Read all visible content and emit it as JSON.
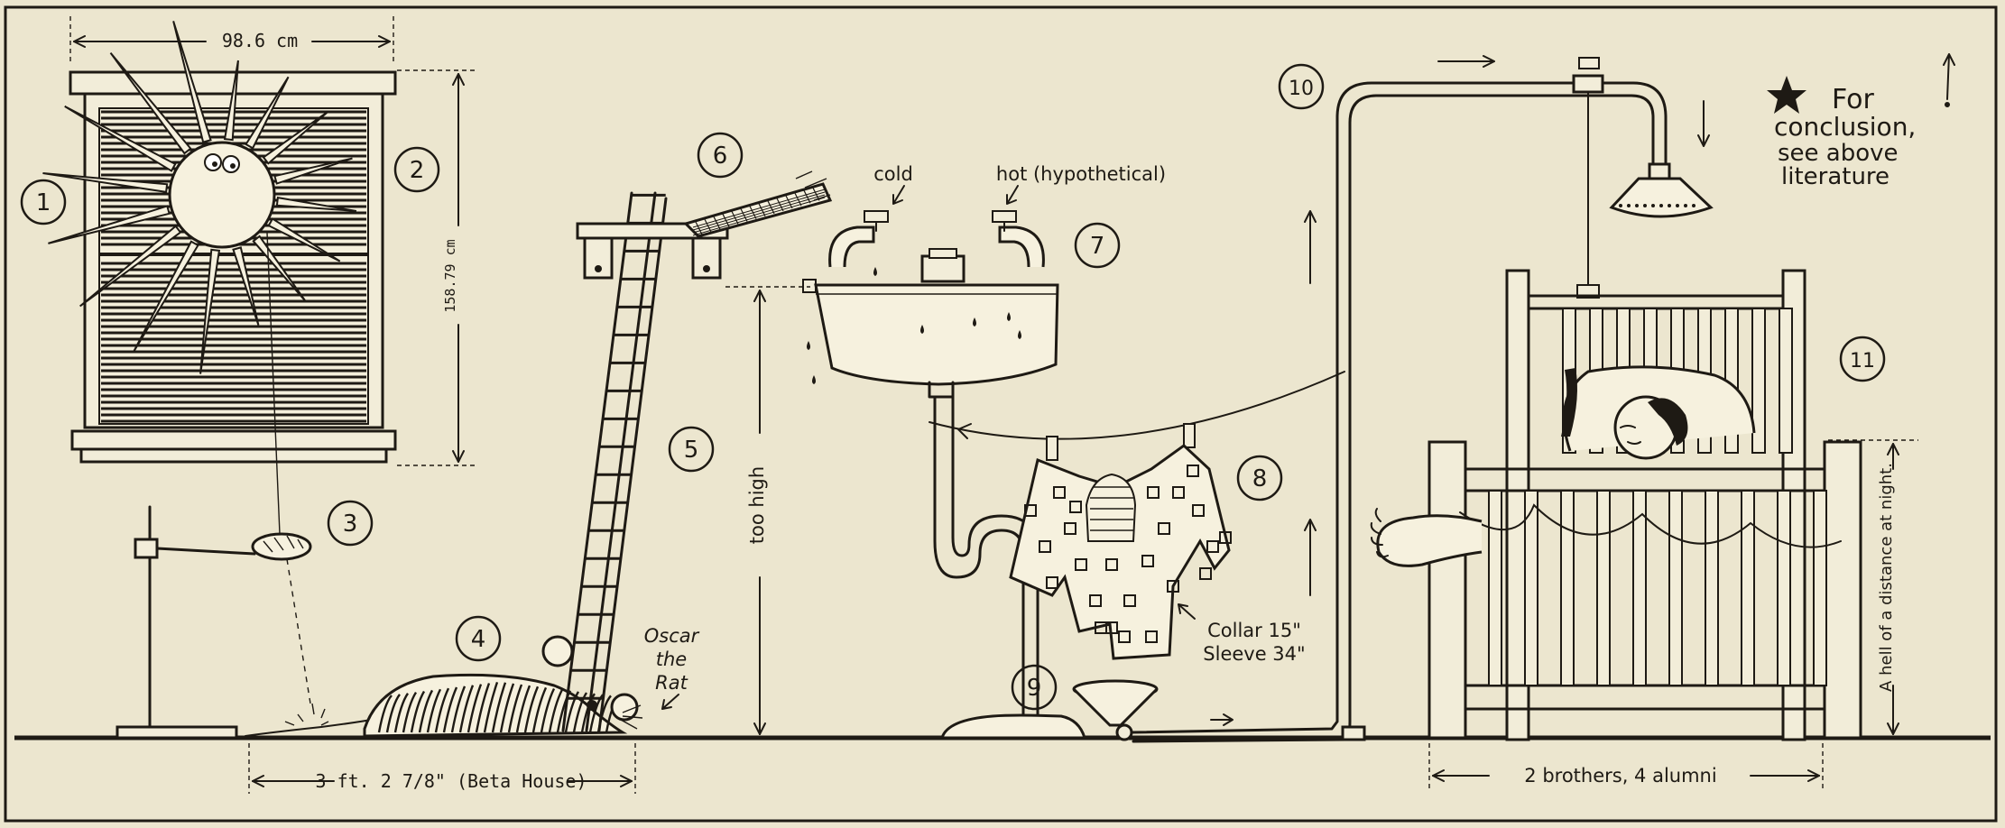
{
  "labels": {
    "window_width": "98.6 cm",
    "window_height": "158.79 cm",
    "sink_height": "too high",
    "rat_name": "Oscar the Rat",
    "rat_distance": "3 ft. 2 7/8\" (Beta House)",
    "tap_cold": "cold",
    "tap_hot": "hot (hypothetical)",
    "collar": "Collar 15\"",
    "sleeve": "Sleeve 34\"",
    "bed_width": "2 brothers, 4 alumni",
    "bed_height": "A hell of a distance at night.",
    "note_line1": "For",
    "note_line2": "conclusion,",
    "note_line3": "see above",
    "note_line4": "literature"
  },
  "steps": [
    "1",
    "2",
    "3",
    "4",
    "5",
    "6",
    "7",
    "8",
    "9",
    "10",
    "11"
  ],
  "colors": {
    "ink": "#1e1a14",
    "paper": "#ece6cf"
  }
}
